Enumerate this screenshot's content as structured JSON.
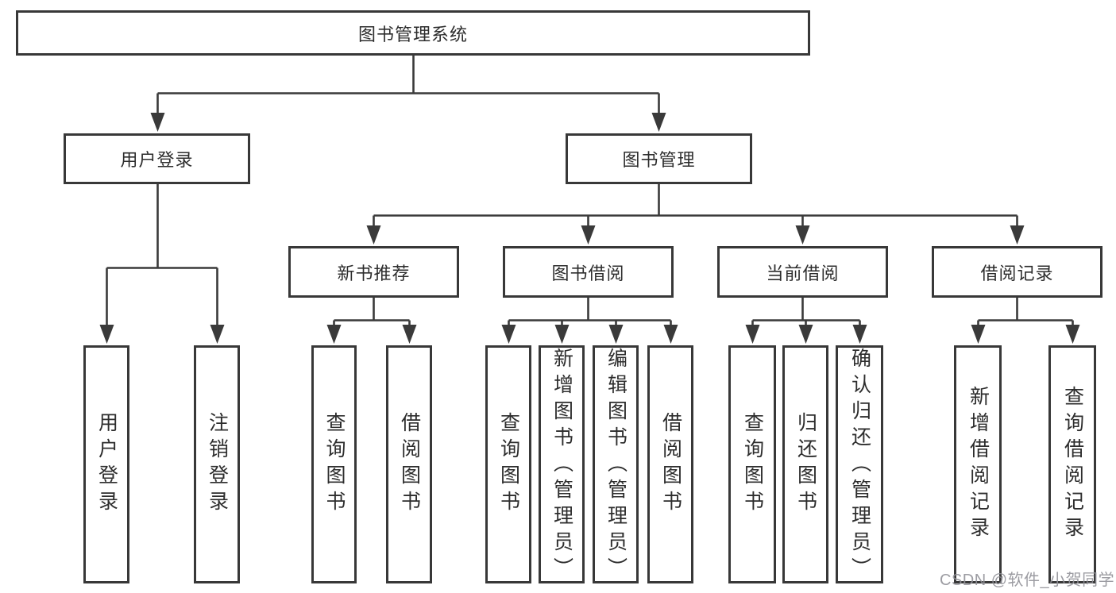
{
  "diagram": {
    "type": "functional-structure-tree",
    "colors": {
      "line": "#3a3a3a",
      "border": "#383838",
      "text": "#2d2d2d",
      "box_background": "#ffffff",
      "page_background": "#ffffff",
      "watermark": "#919198"
    },
    "nodes": {
      "root": {
        "label": "图书管理系统"
      },
      "user_login": {
        "label": "用户登录"
      },
      "book_management": {
        "label": "图书管理"
      },
      "new_book_recommend": {
        "label": "新书推荐"
      },
      "book_borrowing": {
        "label": "图书借阅"
      },
      "current_borrowing": {
        "label": "当前借阅"
      },
      "borrow_records": {
        "label": "借阅记录"
      },
      "leaf_user_login": {
        "label": "用户登录"
      },
      "leaf_logout": {
        "label": "注销登录"
      },
      "leaf_nbr_query_book": {
        "label": "查询图书"
      },
      "leaf_nbr_borrow_book": {
        "label": "借阅图书"
      },
      "leaf_bb_query_book": {
        "label": "查询图书"
      },
      "leaf_bb_add_book": {
        "label": "新增图书（管理员）"
      },
      "leaf_bb_edit_book": {
        "label": "编辑图书（管理员）"
      },
      "leaf_bb_borrow_book": {
        "label": "借阅图书"
      },
      "leaf_cb_query_book": {
        "label": "查询图书"
      },
      "leaf_cb_return_book": {
        "label": "归还图书"
      },
      "leaf_cb_confirm_return": {
        "label": "确认归还（管理员）"
      },
      "leaf_br_add_record": {
        "label": "新增借阅记录"
      },
      "leaf_br_query_record": {
        "label": "查询借阅记录"
      }
    },
    "hierarchy": {
      "root": [
        "user_login",
        "book_management"
      ],
      "user_login": [
        "leaf_user_login",
        "leaf_logout"
      ],
      "book_management": [
        "new_book_recommend",
        "book_borrowing",
        "current_borrowing",
        "borrow_records"
      ],
      "new_book_recommend": [
        "leaf_nbr_query_book",
        "leaf_nbr_borrow_book"
      ],
      "book_borrowing": [
        "leaf_bb_query_book",
        "leaf_bb_add_book",
        "leaf_bb_edit_book",
        "leaf_bb_borrow_book"
      ],
      "current_borrowing": [
        "leaf_cb_query_book",
        "leaf_cb_return_book",
        "leaf_cb_confirm_return"
      ],
      "borrow_records": [
        "leaf_br_add_record",
        "leaf_br_query_record"
      ]
    },
    "watermark": {
      "text": "CSDN @软件_小贺同学"
    }
  }
}
